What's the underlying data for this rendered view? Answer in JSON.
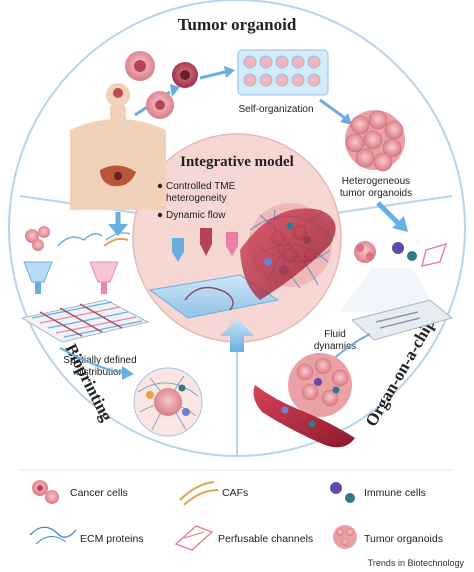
{
  "sections": {
    "top_title": "Tumor organoid",
    "left_title": "Bioprinting",
    "right_title": "Organ-on-a-chip",
    "center_title": "Integrative model"
  },
  "center_bullets": {
    "b1_line1": "Controlled TME",
    "b1_line2": "heterogeneity",
    "b2": "Dynamic flow"
  },
  "labels": {
    "self_organization": "Self-organization",
    "hetero_line1": "Heterogeneous",
    "hetero_line2": "tumor organoids",
    "spatial_line1": "Spatially defined",
    "spatial_line2": "distribution",
    "fluid_line1": "Fluid",
    "fluid_line2": "dynamics"
  },
  "legend": {
    "cancer_cells": "Cancer cells",
    "cafs": "CAFs",
    "immune_cells": "Immune cells",
    "ecm_proteins": "ECM proteins",
    "perfusable_channels": "Perfusable channels",
    "tumor_organoids": "Tumor organoids"
  },
  "credit": "Trends in Biotechnology",
  "colors": {
    "ring_border": "#b8d3ea",
    "arrow_blue": "#6aaee0",
    "cell_pink": "#e9a1a6",
    "cell_dark": "#b5435a",
    "center_fill": "#f6d7d3",
    "vessel_red": "#b7253a"
  }
}
